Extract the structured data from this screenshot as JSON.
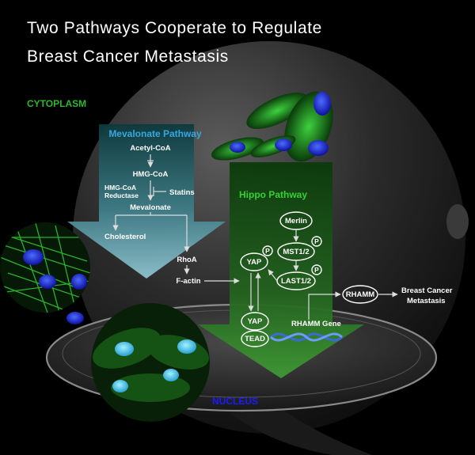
{
  "title": {
    "line1": "Two Pathways Cooperate to Regulate",
    "line2": "Breast Cancer Metastasis"
  },
  "regions": {
    "cytoplasm": "CYTOPLASM",
    "nucleus": "NUCLEUS"
  },
  "mevalonate": {
    "heading": "Mevalonate Pathway",
    "acetyl_coa": "Acetyl-CoA",
    "hmg_coa": "HMG-CoA",
    "reductase_line1": "HMG-CoA",
    "reductase_line2": "Reductase",
    "statins": "Statins",
    "mevalonate": "Mevalonate",
    "cholesterol": "Cholesterol",
    "rhoa": "RhoA",
    "factin": "F-actin"
  },
  "hippo": {
    "heading": "Hippo Pathway",
    "merlin": "Merlin",
    "mst": "MST1/2",
    "last": "LAST1/2",
    "yap_cyto": "YAP",
    "yap_nuc": "YAP",
    "tead": "TEAD",
    "phospho": "P",
    "rhamm_gene": "RHAMM Gene",
    "rhamm": "RHAMM",
    "outcome_line1": "Breast Cancer",
    "outcome_line2": "Metastasis"
  },
  "colors": {
    "background": "#000000",
    "cytoplasm_label": "#2db82d",
    "mevalonate_heading": "#36a8e0",
    "hippo_heading": "#35d035",
    "nucleus_label": "#1a1aff",
    "mevalonate_arrow_top": "#0c3a3e",
    "mevalonate_arrow_bottom": "#8fc4d0",
    "hippo_arrow_top": "#0b3a0b",
    "hippo_arrow_bottom": "#3f9a34"
  }
}
